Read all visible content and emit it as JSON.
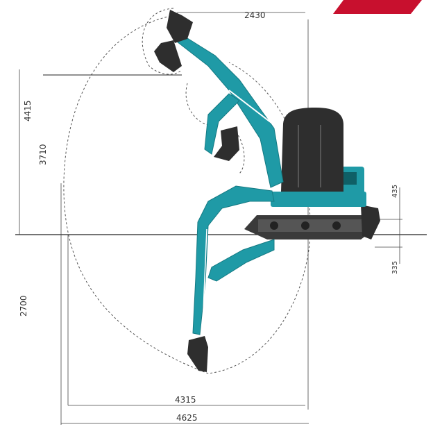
{
  "diagram": {
    "title": "",
    "colors": {
      "arm": "#1f9aa6",
      "arm_dark": "#157a83",
      "cab": "#2e2e2e",
      "tracks": "#3a3a3a",
      "lines": "#222222",
      "accent_banner": "#c8102e"
    },
    "dimensions": {
      "top_width": "2430",
      "max_dump_height": "4415",
      "mid_height": "3710",
      "dig_depth": "2700",
      "reach_bottom_inner": "4315",
      "reach_bottom_outer": "4625",
      "blade_height": "435",
      "blade_depth": "335"
    }
  }
}
